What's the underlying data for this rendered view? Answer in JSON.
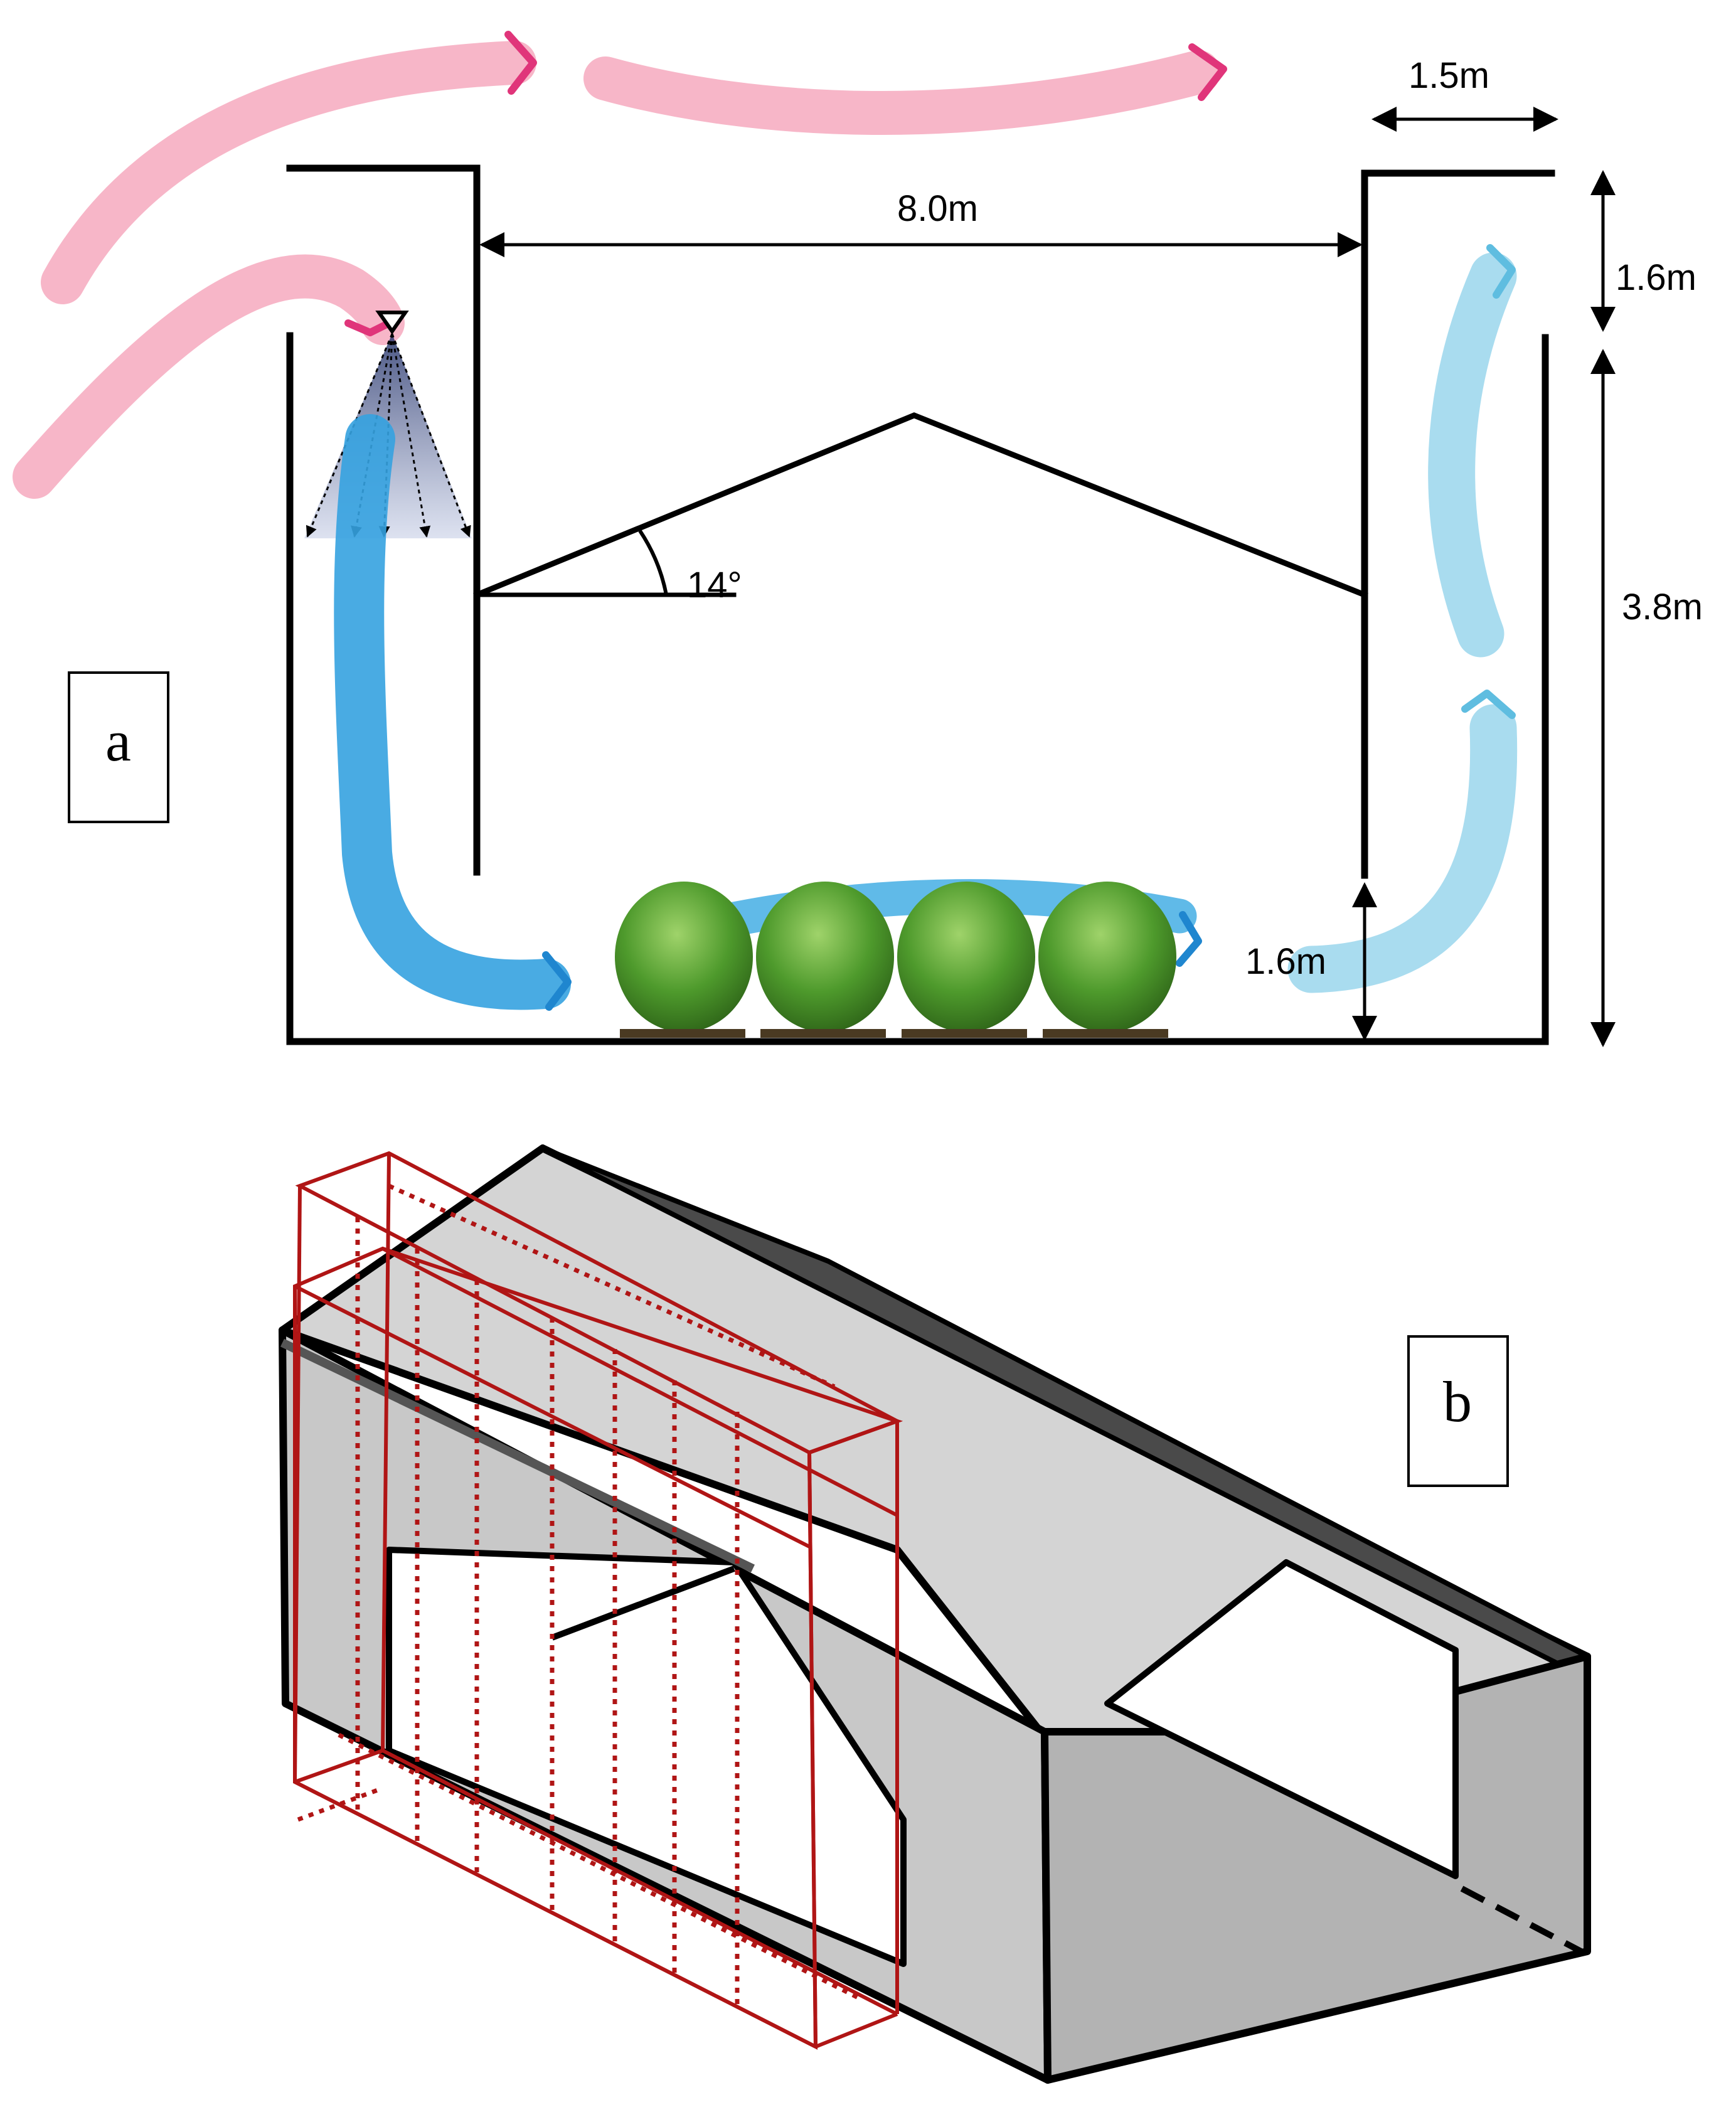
{
  "panel_a": {
    "label": "a",
    "dimensions": {
      "overhang_width": "1.5m",
      "span_width": "8.0m",
      "top_height": "1.6m",
      "wall_height": "3.8m",
      "opening_height": "1.6m",
      "roof_angle": "14°"
    },
    "airflow": {
      "outside_wind_color": "#f7b6c8",
      "cooled_air_color": "#35a2e0",
      "exhaust_air_color": "#a9dcef"
    },
    "plants_count": 4
  },
  "panel_b": {
    "label": "b",
    "outline_color": "#b01515",
    "roof_color": "#d4d4d4",
    "wall_color": "#bdbdbd"
  }
}
